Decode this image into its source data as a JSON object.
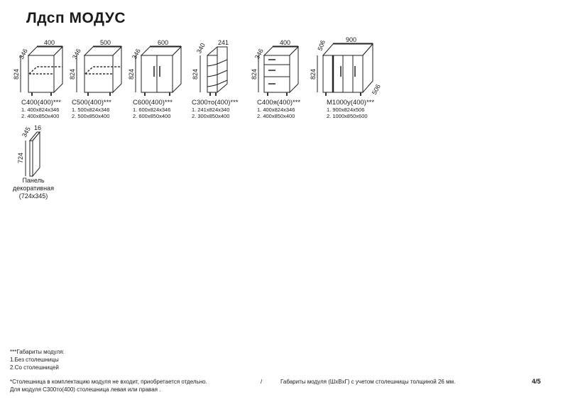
{
  "title": "Лдсп МОДУС",
  "modules": [
    {
      "dims": {
        "w": "400",
        "d": "346",
        "h": "824"
      },
      "name": "С400(400)***",
      "size1": "1. 400x824x346",
      "size2": "2. 400x850x400"
    },
    {
      "dims": {
        "w": "500",
        "d": "346",
        "h": "824"
      },
      "name": "С500(400)***",
      "size1": "1. 500x824x346",
      "size2": "2. 500x850x400"
    },
    {
      "dims": {
        "w": "600",
        "d": "346",
        "h": "824"
      },
      "name": "С600(400)***",
      "size1": "1. 600x824x346",
      "size2": "2. 600x850x400"
    },
    {
      "dims": {
        "w": "241",
        "d": "340",
        "h": "824"
      },
      "name": "С300то(400)***",
      "size1": "1. 241x824x340",
      "size2": "2. 300x850x400"
    },
    {
      "dims": {
        "w": "400",
        "d": "346",
        "h": "824"
      },
      "name": "С400я(400)***",
      "size1": "1. 400x824x346",
      "size2": "2. 400x850x400"
    },
    {
      "dims": {
        "w": "900",
        "d": "506",
        "h": "824",
        "d2": "506"
      },
      "name": "М1000у(400)***",
      "size1": "1. 900x824x506",
      "size2": "2. 1000x850x600"
    }
  ],
  "panel": {
    "dims": {
      "w": "16",
      "d": "345",
      "h": "724"
    },
    "line1": "Панель",
    "line2": "декоративная",
    "line3": "(724x345)"
  },
  "footer": {
    "note_title": "***Габариты модуля:",
    "note_1": "1.Без столешницы",
    "note_2": "2.Со столешницей",
    "remark_1": "*Столешница в комплектацию модуля не входит, приобретается отдельно.",
    "separator": "/",
    "remark_2": "Габариты модуля (ШхВхГ) с учетом столешницы толщиной 26 мм.",
    "remark_3": "Для модуля С300то(400) столешница левая или правая .",
    "page": "4/5"
  }
}
